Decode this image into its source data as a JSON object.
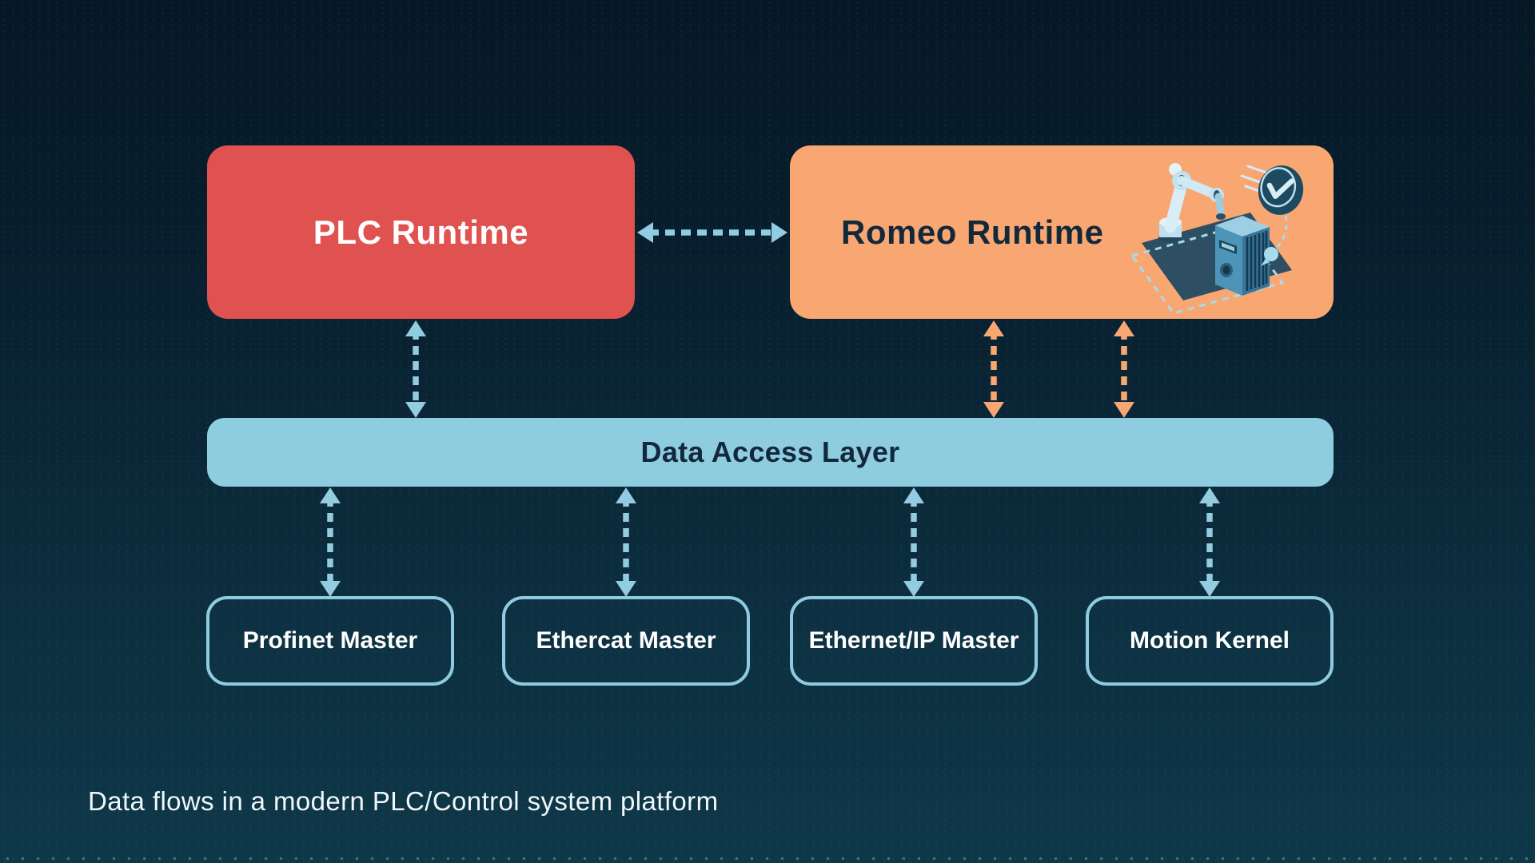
{
  "caption": "Data flows in a modern PLC/Control system platform",
  "nodes": {
    "plc": {
      "label": "PLC Runtime",
      "color": "#e0524f",
      "text_color": "#ffffff"
    },
    "romeo": {
      "label": "Romeo Runtime",
      "color": "#f8a772",
      "text_color": "#13283a"
    },
    "dal": {
      "label": "Data Access Layer",
      "color": "#8ecde0",
      "text_color": "#13283a"
    },
    "profinet": {
      "label": "Profinet Master"
    },
    "ethercat": {
      "label": "Ethercat Master"
    },
    "ethernet_ip": {
      "label": "Ethernet/IP Master"
    },
    "motion": {
      "label": "Motion Kernel"
    }
  },
  "edges": [
    {
      "from": "PLC Runtime",
      "to": "Romeo Runtime",
      "style": "dashed",
      "bidirectional": true,
      "color": "#93cbe0"
    },
    {
      "from": "PLC Runtime",
      "to": "Data Access Layer",
      "style": "dashed",
      "bidirectional": true,
      "color": "#93cbe0"
    },
    {
      "from": "Romeo Runtime",
      "to": "Data Access Layer",
      "style": "dashed",
      "bidirectional": true,
      "color": "#f8a772"
    },
    {
      "from": "Romeo Runtime",
      "to": "Data Access Layer",
      "style": "dashed",
      "bidirectional": true,
      "color": "#f8a772"
    },
    {
      "from": "Data Access Layer",
      "to": "Profinet Master",
      "style": "dashed",
      "bidirectional": true,
      "color": "#93cbe0"
    },
    {
      "from": "Data Access Layer",
      "to": "Ethercat Master",
      "style": "dashed",
      "bidirectional": true,
      "color": "#93cbe0"
    },
    {
      "from": "Data Access Layer",
      "to": "Ethernet/IP Master",
      "style": "dashed",
      "bidirectional": true,
      "color": "#93cbe0"
    },
    {
      "from": "Data Access Layer",
      "to": "Motion Kernel",
      "style": "dashed",
      "bidirectional": true,
      "color": "#93cbe0"
    }
  ],
  "illustration": {
    "name": "robot-automation-illustration",
    "elements": [
      "isometric-platform",
      "robot-arm",
      "server-tower",
      "clock-checkmark"
    ]
  },
  "colors": {
    "background_top": "#061826",
    "background_bottom": "#0e3a4a",
    "leaf_border": "#8fcbe0",
    "arrow_blue": "#93cbe0",
    "arrow_orange": "#f8a772"
  }
}
